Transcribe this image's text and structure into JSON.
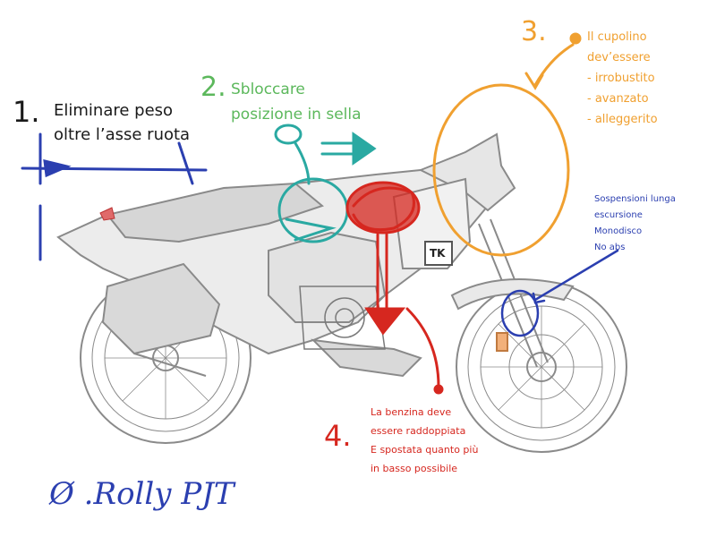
{
  "annotations": {
    "note1": {
      "number": "1.",
      "text": "Eliminare peso\noltre l’asse ruota",
      "color": "#1a1a1a"
    },
    "note2": {
      "number": "2.",
      "text": "Sbloccare\nposizione in sella",
      "color": "#5cb85c"
    },
    "note3": {
      "number": "3.",
      "text": "Il cupolino\ndev’essere\n- irrobustito\n- avanzato\n- alleggerito",
      "color": "#f0a030"
    },
    "note4": {
      "number": "4.",
      "text": "La benzina deve\nessere raddoppiata\nE spostata quanto più\nin basso possibile",
      "color": "#d6271f"
    },
    "note_suspension": {
      "text": "Sospensioni lunga escursione\nMonodisco\nNo abs",
      "color": "#2b3fb0"
    }
  },
  "badge": {
    "text": "TK"
  },
  "signature": {
    "text": "Ø .Rolly PJT",
    "color": "#2b3fb0"
  },
  "colors": {
    "pencil": "#8a8a8a",
    "blue": "#2b3fb0",
    "teal": "#2aa9a2",
    "red": "#d6271f",
    "orange": "#f0a030",
    "green": "#5cb85c"
  }
}
